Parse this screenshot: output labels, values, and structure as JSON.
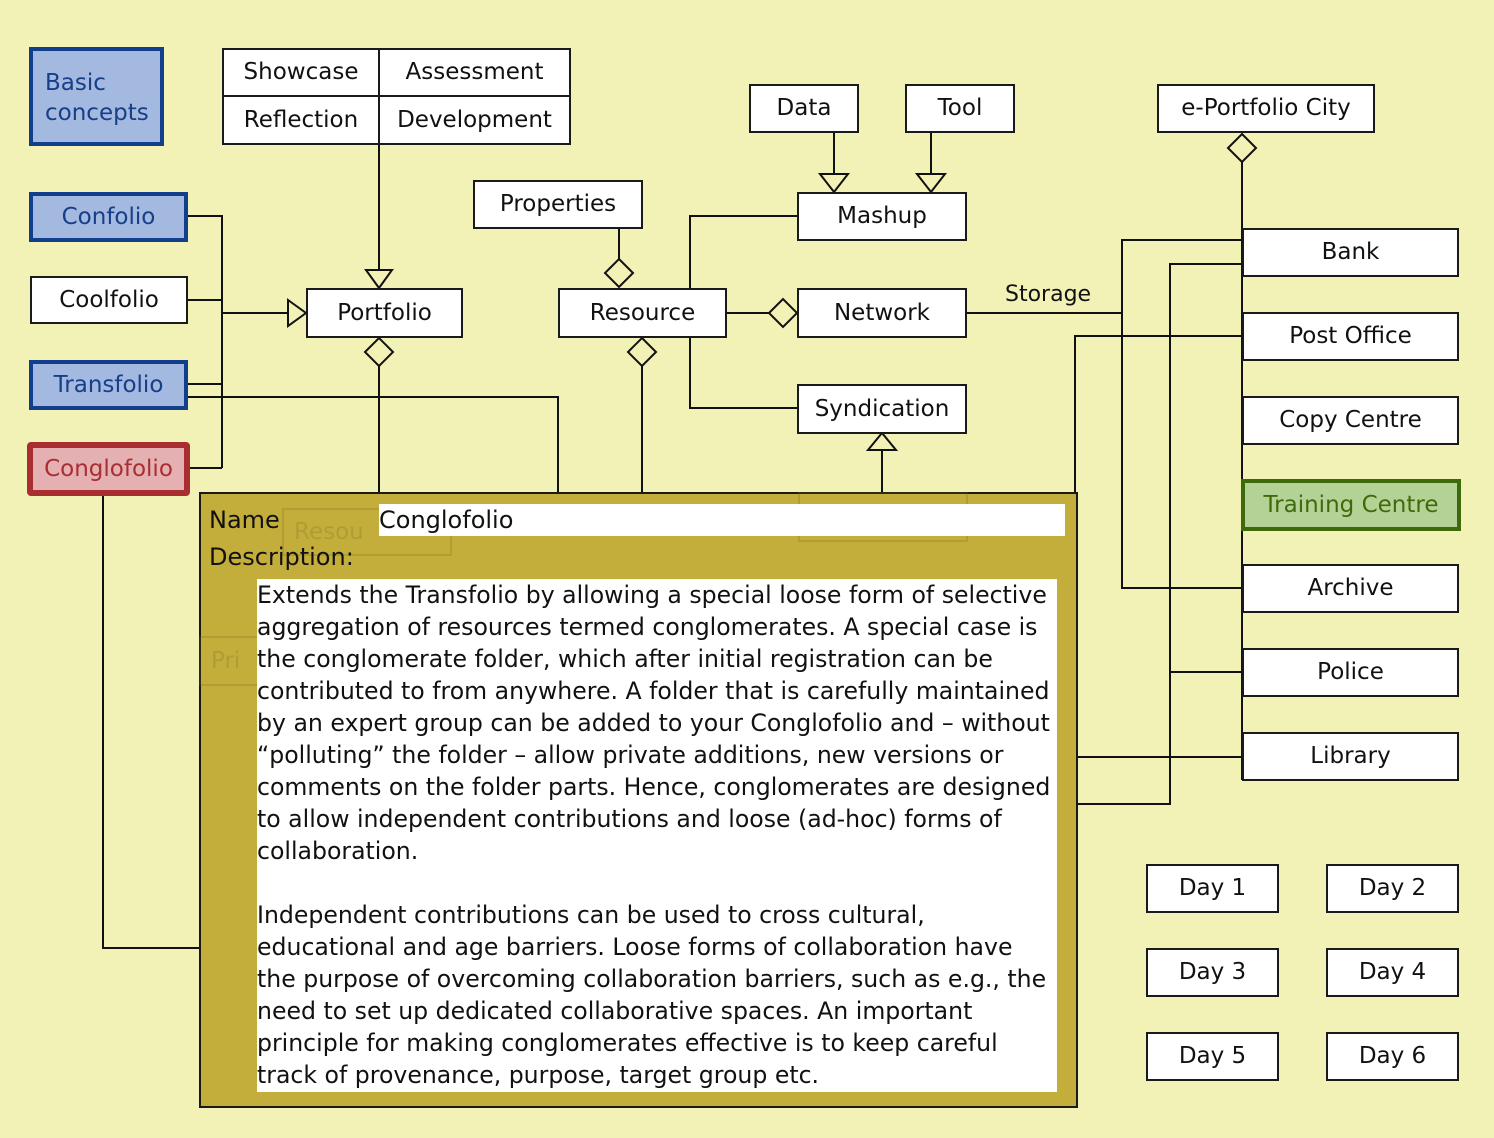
{
  "colors": {
    "background": "#f2f1b6",
    "concept_fill": "#a3b9df",
    "concept_border": "#123f8b",
    "selected_fill": "#e5b0b2",
    "selected_border": "#a92e31",
    "highlight_fill": "#b4d295",
    "highlight_border": "#3f6a0c",
    "panel": "#c4ae3b"
  },
  "nodes": {
    "basic_concepts": "Basic concepts",
    "confolio": "Confolio",
    "coolfolio": "Coolfolio",
    "transfolio": "Transfolio",
    "conglofolio": "Conglofolio",
    "showcase": "Showcase",
    "assessment": "Assessment",
    "reflection": "Reflection",
    "development": "Development",
    "portfolio": "Portfolio",
    "properties": "Properties",
    "resource": "Resource",
    "data": "Data",
    "tool": "Tool",
    "mashup": "Mashup",
    "network": "Network",
    "syndication": "Syndication",
    "eportfolio_city": "e-Portfolio City",
    "bank": "Bank",
    "post_office": "Post Office",
    "copy_centre": "Copy Centre",
    "training_centre": "Training Centre",
    "archive": "Archive",
    "police": "Police",
    "library": "Library",
    "days": [
      "Day 1",
      "Day 2",
      "Day 3",
      "Day 4",
      "Day 5",
      "Day 6"
    ]
  },
  "edge_labels": {
    "storage": "Storage"
  },
  "ghost_nodes": {
    "resource_fragment": "Resou",
    "private_fragment": "Pri"
  },
  "panel": {
    "name_label": "Name",
    "name_value": "Conglofolio",
    "description_label": "Description:",
    "description_value": "Extends the Transfolio by allowing a special loose form of selective aggregation of resources termed conglomerates. A special case is the conglomerate folder, which after initial registration can be contributed to from anywhere. A folder that is carefully maintained by an expert group can be added to your Conglofolio and – without “polluting” the folder – allow private additions, new versions or comments on the folder parts. Hence, conglomerates are designed to allow independent contributions and loose (ad-hoc) forms of collaboration.\n\nIndependent contributions can be used to cross cultural, educational and age barriers. Loose forms of collaboration have the purpose of overcoming collaboration barriers, such as e.g., the need to set up dedicated collaborative spaces. An important principle for making conglomerates effective is to keep careful track of provenance, purpose, target group etc."
  }
}
